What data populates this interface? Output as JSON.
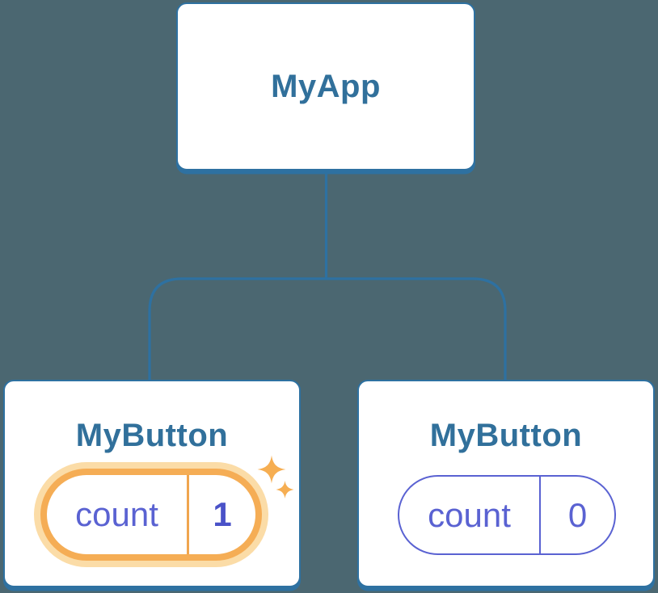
{
  "colors": {
    "bg": "#4B6771",
    "card-bg": "#FFFFFF",
    "line-blue": "#2E71A1",
    "title-blue": "#31709B",
    "indigo": "#5A62D2",
    "indigo-bold": "#4A52C8",
    "orange": "#F5AD55",
    "orange-halo": "#FBDCA7",
    "orange-divider": "#F0A54E",
    "sparkle-orange": "#F6AE52"
  },
  "tree": {
    "root": {
      "label": "MyApp"
    },
    "children": [
      {
        "label": "MyButton",
        "state_key": "count",
        "state_value": "1",
        "highlighted": true
      },
      {
        "label": "MyButton",
        "state_key": "count",
        "state_value": "0",
        "highlighted": false
      }
    ]
  }
}
